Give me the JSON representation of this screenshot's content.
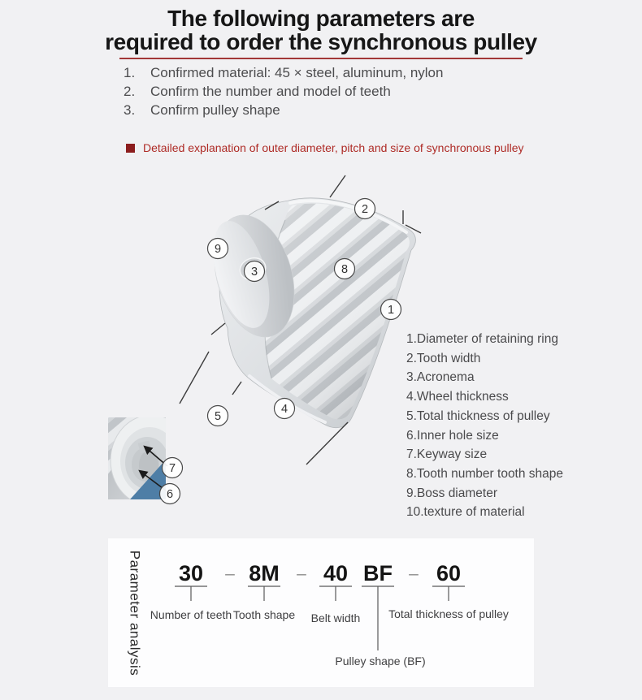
{
  "header": {
    "title_line1": "The following parameters are",
    "title_line2": "required to order the synchronous pulley"
  },
  "requirements": [
    {
      "num": "1.",
      "text": "Confirmed material: 45 × steel, aluminum, nylon"
    },
    {
      "num": "2.",
      "text": "Confirm the number and model of teeth"
    },
    {
      "num": "3.",
      "text": "Confirm pulley shape"
    }
  ],
  "note": "Detailed explanation of outer diameter, pitch and size of synchronous pulley",
  "figure": {
    "callouts": [
      "1",
      "2",
      "3",
      "4",
      "5",
      "6",
      "7",
      "8",
      "9"
    ],
    "legend": [
      "1.Diameter of retaining ring",
      "2.Tooth width",
      "3.Acronema",
      "4.Wheel thickness",
      "5.Total thickness of pulley",
      "6.Inner hole size",
      "7.Keyway size",
      "8.Tooth number tooth shape",
      "9.Boss diameter",
      "10.texture of material"
    ]
  },
  "parameter_analysis": {
    "box_label": "Parameter analysis",
    "code": {
      "teeth": "30",
      "dash1": "–",
      "tooth_shape": "8M",
      "dash2": "–",
      "belt_width": "40",
      "pulley_shape": "BF",
      "dash3": "–",
      "thickness": "60"
    },
    "labels": {
      "teeth": "Number of teeth",
      "tooth_shape": "Tooth shape",
      "belt_width": "Belt width",
      "thickness": "Total thickness of pulley",
      "pulley_shape": "Pulley shape (BF)"
    }
  },
  "colors": {
    "accent_red": "#a23737",
    "note_red": "#ae2b26",
    "inset_blue": "#4e7ea6"
  }
}
